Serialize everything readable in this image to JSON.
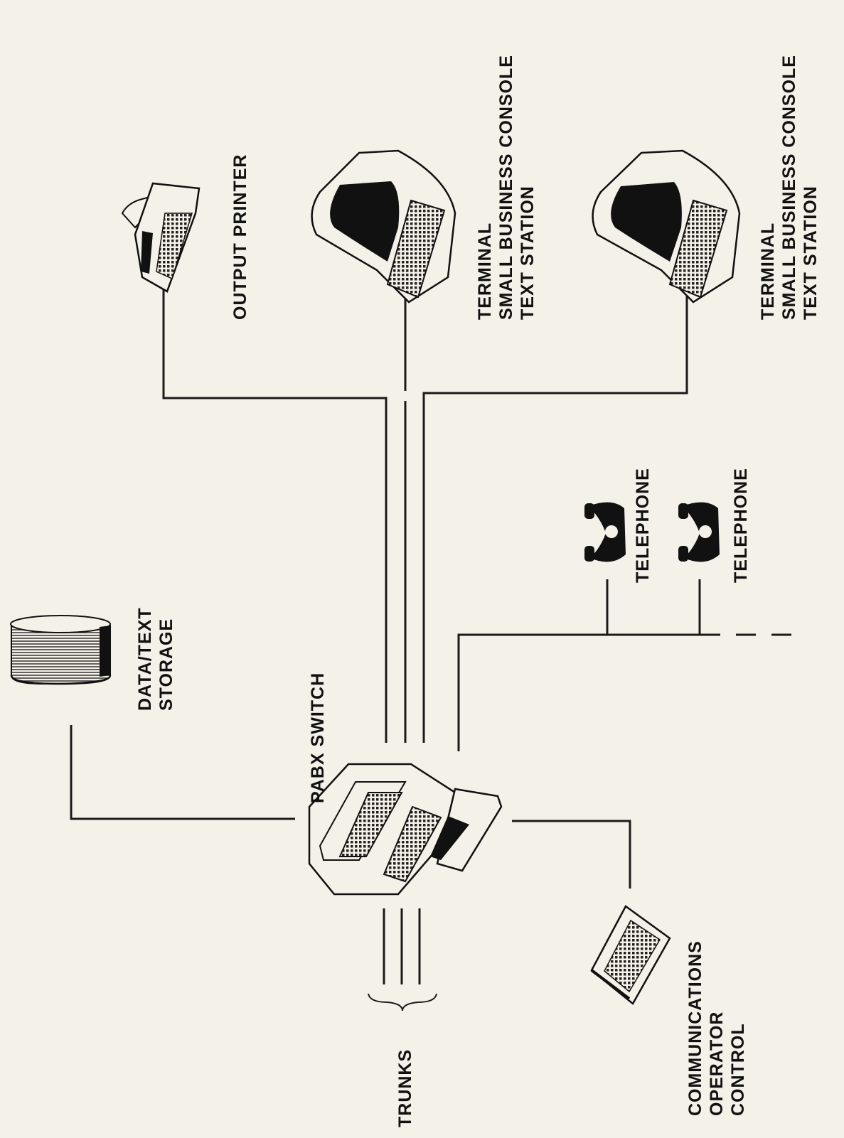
{
  "labels": {
    "trunks": "TRUNKS",
    "communications": [
      "COMMUNICATIONS",
      "OPERATOR",
      "CONTROL"
    ],
    "pabx": "PABX SWITCH",
    "storage": [
      "DATA/TEXT",
      "STORAGE"
    ],
    "printer": "OUTPUT PRINTER",
    "terminal1": [
      "TERMINAL",
      "SMALL BUSINESS CONSOLE",
      "TEXT STATION"
    ],
    "terminal2": [
      "TERMINAL",
      "SMALL BUSINESS CONSOLE",
      "TEXT STATION"
    ],
    "telephone1": "TELEPHONE",
    "telephone2": "TELEPHONE"
  },
  "icons": [
    "disk-storage-icon",
    "pabx-console-icon",
    "printer-icon",
    "terminal-icon",
    "telephone-icon",
    "keyboard-icon"
  ],
  "colors": {
    "ink": "#1a1a1a",
    "paper": "#f4f1e8"
  }
}
